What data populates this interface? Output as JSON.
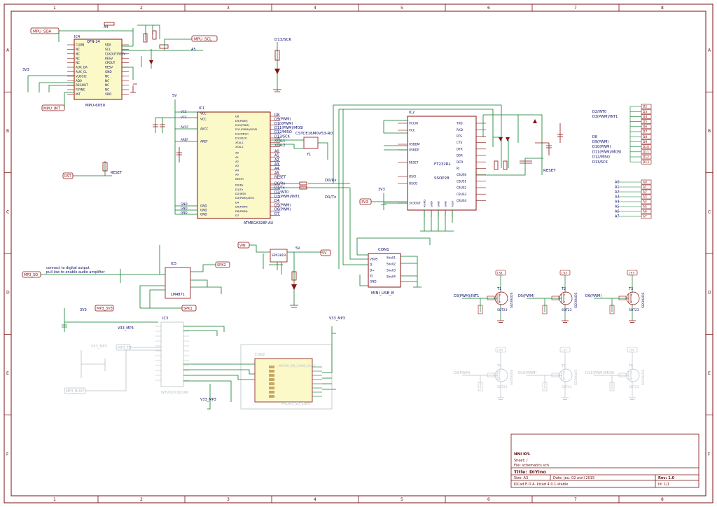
{
  "border": {
    "col_numbers": [
      "1",
      "2",
      "3",
      "4",
      "5",
      "6",
      "7",
      "8"
    ],
    "row_letters": [
      "A",
      "B",
      "C",
      "D",
      "E",
      "F"
    ]
  },
  "title_block": {
    "company": "NNI KfL",
    "sheet": "Sheet: /",
    "file": "File: schematics.sch",
    "title_label": "Title:",
    "title": "DIYino",
    "size": "Size: A3",
    "date": "Date: jeu. 02 avril 2015",
    "rev": "Rev: 1.0",
    "kicad": "KiCad E.D.A.  kicad 4.0.1-stable",
    "id": "Id: 1/1"
  },
  "mpu": {
    "ref": "IC4",
    "name": "MPU-6050",
    "pkg": "QFN-24",
    "sda_label": "MPU_SDA",
    "scl_label": "MPU_SCL",
    "int_label": "MPU_INT",
    "net_a4": "A4",
    "net_a5": "A5",
    "pins_left": [
      "CLKIN",
      "NC",
      "NC",
      "NC",
      "NC",
      "AUX_DA",
      "AUX_CL",
      "VLOGIC",
      "AD0",
      "REGOUT",
      "FSYNC",
      "INT"
    ],
    "pins_right": [
      "SDA",
      "SCL",
      "CLKOUT/RESV",
      "RESV",
      "CPOUT",
      "RESV",
      "GND",
      "NC",
      "NC",
      "NC",
      "NC",
      "VDD"
    ]
  },
  "mcu": {
    "ref": "IC1",
    "name": "ATMEGA328P-AU",
    "power_left": [
      "VCC",
      "VCC",
      "AVCC",
      "AREF",
      "GND",
      "GND",
      "GND"
    ],
    "port_b": [
      "D8",
      "D9(PWM)",
      "D10(PWM)",
      "D11(PWM)/MOSI",
      "D12/MISO",
      "D13/SCK",
      "XTAL1",
      "XTAL2"
    ],
    "port_c": [
      "A0",
      "A1",
      "A2",
      "A3",
      "A4",
      "A5",
      "RESET"
    ],
    "port_d": [
      "D0/Rx",
      "D1/Tx",
      "D2/INT0",
      "D3(PWM)/INT1",
      "D4",
      "D5(PWM)",
      "D6(PWM)",
      "D7"
    ],
    "crystal": "CSTCE16M0V53-R0",
    "crystal_ref": "Y1",
    "net_rx": "D0/Rx",
    "net_tx": "D1/Tx"
  },
  "ftdi": {
    "ref": "IC2",
    "name": "FT232RL",
    "pkg": "SSOP28",
    "left_pins": [
      "VCCIO",
      "VCC",
      "USBDM",
      "USBDP",
      "RESET",
      "OSCI",
      "OSCO",
      "3V3OUT"
    ],
    "right_pins": [
      "TXD",
      "RXD",
      "RTS",
      "CTS",
      "DTR",
      "DSR",
      "DCD",
      "RI",
      "CBUS0",
      "CBUS1",
      "CBUS2",
      "CBUS3",
      "CBUS4"
    ],
    "bottom_pins": [
      "AGND",
      "GND",
      "GND",
      "GND",
      "TEST"
    ],
    "reset_net": "RESET",
    "v3_label": "3V3"
  },
  "usb": {
    "ref": "CON1",
    "name": "MINI_USB_B",
    "pins": [
      "VBUS",
      "D-",
      "D+",
      "ID",
      "GND"
    ],
    "shell": [
      "Shell1",
      "Shell2",
      "Shell3",
      "Shell4"
    ]
  },
  "power": {
    "vin": "VIN",
    "v5": "5V",
    "v3": "3V3",
    "gnd": "GND",
    "reg": "SPX3819",
    "rst": "RST",
    "reset": "RESET"
  },
  "mp3": {
    "so_label": "MP3_SO",
    "v3_label": "MP3_3V3",
    "busy_label": "MP3_BUSY",
    "tx_label": "MP3_TX",
    "note1": "connect to digital output",
    "note2": "pull low to enable audio amplifier",
    "amp": "LM4871",
    "amp_ref": "IC5",
    "spk1": "SPK1",
    "spk2": "SPK2",
    "chip": "WTV020-SD16P",
    "chip_ref": "IC3",
    "sd_ref": "CON2",
    "sd_label": "MICRO_SD_CARD_SLOT",
    "sd_name": "MICRO_SD_Card",
    "v33_mp3": "V33_MP3"
  },
  "headers": {
    "digital": [
      "D2/INT0",
      "D3(PWM)/INT1",
      "",
      "",
      "",
      "D8",
      "D9(PWM)",
      "D10(PWM)",
      "D11(PWM)/MOSI",
      "D12/MISO",
      "D13/SCK"
    ],
    "digital_tags": [
      "D2",
      "D3",
      "D4",
      "D5",
      "D6",
      "D7",
      "D8",
      "D9",
      "D10",
      "D11",
      "D12",
      "D13"
    ],
    "analog": [
      "A0",
      "A1",
      "A2",
      "A3",
      "A4",
      "A5",
      "A6",
      "A7"
    ]
  },
  "led": {
    "d13_label": "D13/SCK"
  },
  "mosfets": [
    {
      "ref": "T1",
      "name": "SI2304DS",
      "input": "D3(PWM)/INT1",
      "pkg": "SOT23",
      "ls": "LS1",
      "faded": false
    },
    {
      "ref": "T2",
      "name": "SI2304DS",
      "input": "D5(PWM)",
      "pkg": "SOT23",
      "ls": "LS2",
      "faded": false
    },
    {
      "ref": "T3",
      "name": "SI2304DS",
      "input": "D6(PWM)",
      "pkg": "SOT23",
      "ls": "LS3",
      "faded": false
    },
    {
      "ref": "T4",
      "name": "SI2304DS",
      "input": "D9(PWM)",
      "pkg": "SOT23",
      "ls": "LS4",
      "faded": true
    },
    {
      "ref": "T5",
      "name": "SI2304DS",
      "input": "D10(PWM)",
      "pkg": "SOT23",
      "ls": "LS5",
      "faded": true
    },
    {
      "ref": "T6",
      "name": "SI2304DS",
      "input": "D11(PWM)/MOSI",
      "pkg": "SOT23",
      "ls": "LS6",
      "faded": true
    }
  ],
  "colors": {
    "wire": "#0a7a2a",
    "part": "#8a1010",
    "text": "#0a0a66",
    "chip_fill": "#fbf9c8",
    "faded": "#b8c0c8"
  }
}
